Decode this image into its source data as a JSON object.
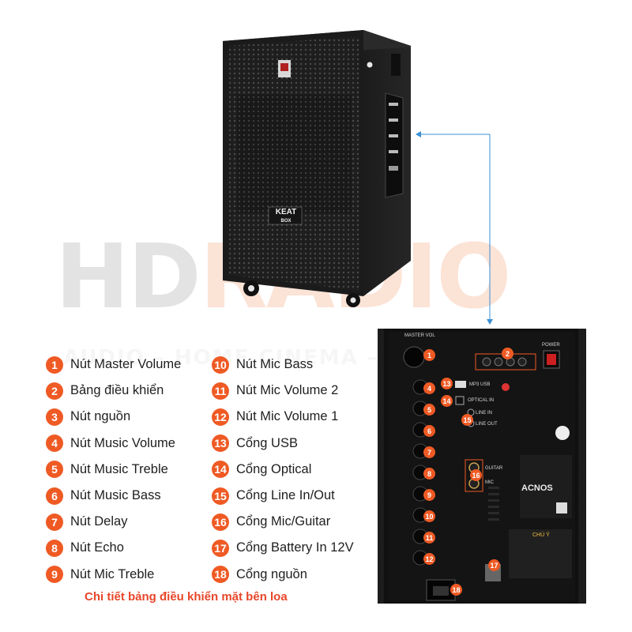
{
  "watermark": {
    "part1": "HD",
    "part2": "RADIO",
    "subline": "AUDIO – HOME CINEMA – KARAOKE"
  },
  "speaker": {
    "logo_text": "KEAT",
    "logo_sub": "BOX"
  },
  "items": [
    {
      "num": "1",
      "label": "Nút Master Volume"
    },
    {
      "num": "2",
      "label": "Bảng điều khiển"
    },
    {
      "num": "3",
      "label": "Nút nguồn"
    },
    {
      "num": "4",
      "label": "Nút Music Volume"
    },
    {
      "num": "5",
      "label": "Nút Music Treble"
    },
    {
      "num": "6",
      "label": "Nút Music Bass"
    },
    {
      "num": "7",
      "label": "Nút Delay"
    },
    {
      "num": "8",
      "label": "Nút Echo"
    },
    {
      "num": "9",
      "label": "Nút Mic Treble"
    },
    {
      "num": "10",
      "label": "Nút Mic Bass"
    },
    {
      "num": "11",
      "label": "Nút Mic Volume 2"
    },
    {
      "num": "12",
      "label": "Nút Mic Volume 1"
    },
    {
      "num": "13",
      "label": "Cổng USB"
    },
    {
      "num": "14",
      "label": "Cổng Optical"
    },
    {
      "num": "15",
      "label": "Cổng Line In/Out"
    },
    {
      "num": "16",
      "label": "Cổng Mic/Guitar"
    },
    {
      "num": "17",
      "label": "Cổng Battery In 12V"
    },
    {
      "num": "18",
      "label": "Cổng nguồn"
    }
  ],
  "caption": "Chi tiết bảng điều khiển mặt bên loa",
  "panel": {
    "master_label": "MASTER VOL",
    "power_label": "POWER",
    "brand": "ACNOS",
    "warning": "CHÚ Ý",
    "usb_label": "MP3 USB",
    "optical_label": "OPTICAL IN",
    "line_in_label": "LINE IN",
    "line_out_label": "LINE OUT",
    "guitar_label": "GUITAR",
    "mic_label": "MIC"
  },
  "colors": {
    "accent": "#ef5a24",
    "caption": "#e8462a",
    "connector": "#3a8fd6"
  }
}
